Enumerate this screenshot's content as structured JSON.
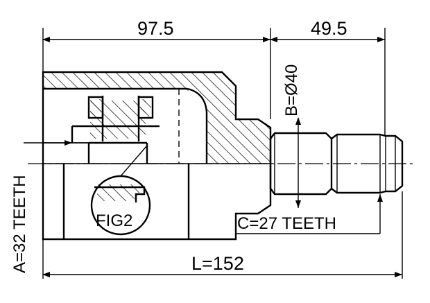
{
  "dimensions": {
    "top_left": "97.5",
    "top_right": "49.5",
    "diameter_b": "B=Ø40",
    "spline_a": "A=32 TEETH",
    "spline_c": "C=27 TEETH",
    "length_l": "L=152"
  },
  "figure_label": "FIG2"
}
